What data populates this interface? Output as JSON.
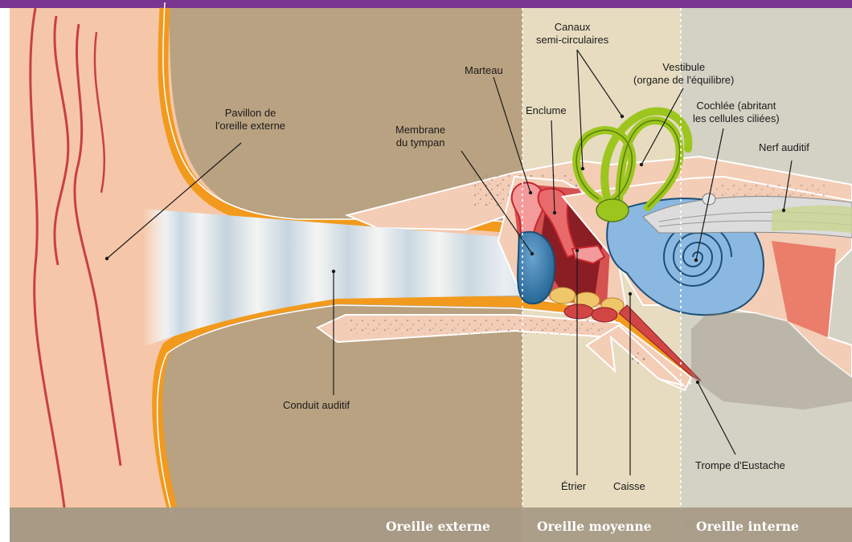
{
  "labels": {
    "pavillon": [
      "Pavillon de",
      "l'oreille externe"
    ],
    "membrane": [
      "Membrane",
      "du tympan"
    ],
    "marteau": "Marteau",
    "enclume": "Enclume",
    "canaux": [
      "Canaux",
      "semi-circulaires"
    ],
    "vestibule": [
      "Vestibule",
      "(organe de l'équilibre)"
    ],
    "cochlee": [
      "Cochlée (abritant",
      "les cellules ciliées)"
    ],
    "nerf": "Nerf auditif",
    "conduit": "Conduit auditif",
    "etrier": "Étrier",
    "caisse": "Caisse",
    "trompe": "Trompe d'Eustache"
  },
  "zones": [
    "Oreille externe",
    "Oreille moyenne",
    "Oreille interne"
  ],
  "colors": {
    "header": "#7a3590",
    "outer_bg": "#b9a281",
    "middle_bg": "#e7dcc0",
    "inner_bg": "#d4d2c5",
    "skin": "#f5c7a8",
    "cartilage": "#f29a1e",
    "bone": "#f3cdb6",
    "ossicles": "#c8262e",
    "labyrinth": "#9cc61e",
    "cochlea": "#8ab8e0",
    "zone_bar": "#a69985"
  }
}
